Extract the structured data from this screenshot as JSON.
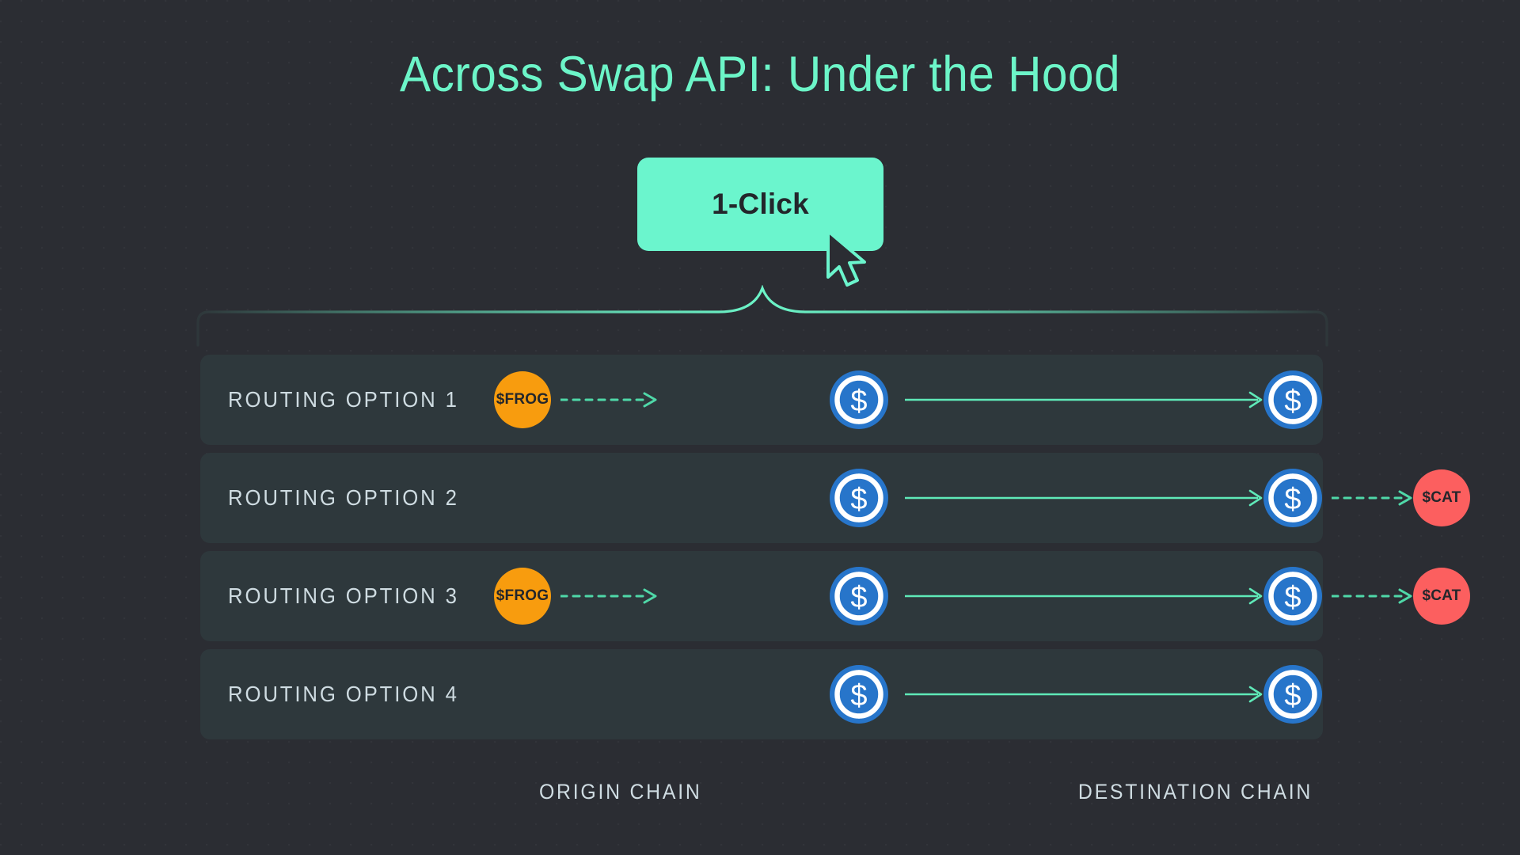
{
  "title": "Across Swap API: Under the Hood",
  "colors": {
    "background": "#2b2d33",
    "accent_mint": "#6cf5c8",
    "button_mint": "#6bf5cd",
    "row_background": "#2e383c",
    "label_text": "#cfdce2",
    "usdc_blue": "#2775ca",
    "frog_orange": "#f89c0e",
    "cat_red": "#fc5f5f",
    "dark_text": "#23262b"
  },
  "cta": {
    "label": "1-Click",
    "icon": "cursor-arrow-icon"
  },
  "brace": {
    "icon": "curly-brace-icon"
  },
  "rows": [
    {
      "label": "ROUTING OPTION 1",
      "origin_token": {
        "symbol": "$FROG",
        "type": "frog"
      },
      "origin_swap_arrow": "dashed",
      "origin_usdc": "usdc-icon",
      "bridge_arrow": "solid",
      "destination_usdc": "usdc-icon",
      "destination_swap_arrow": null,
      "destination_token": null
    },
    {
      "label": "ROUTING OPTION 2",
      "origin_token": null,
      "origin_swap_arrow": null,
      "origin_usdc": "usdc-icon",
      "bridge_arrow": "solid",
      "destination_usdc": "usdc-icon",
      "destination_swap_arrow": "dashed",
      "destination_token": {
        "symbol": "$CAT",
        "type": "cat"
      }
    },
    {
      "label": "ROUTING OPTION 3",
      "origin_token": {
        "symbol": "$FROG",
        "type": "frog"
      },
      "origin_swap_arrow": "dashed",
      "origin_usdc": "usdc-icon",
      "bridge_arrow": "solid",
      "destination_usdc": "usdc-icon",
      "destination_swap_arrow": "dashed",
      "destination_token": {
        "symbol": "$CAT",
        "type": "cat"
      }
    },
    {
      "label": "ROUTING OPTION 4",
      "origin_token": null,
      "origin_swap_arrow": null,
      "origin_usdc": "usdc-icon",
      "bridge_arrow": "solid",
      "destination_usdc": "usdc-icon",
      "destination_swap_arrow": null,
      "destination_token": null
    }
  ],
  "footer": {
    "origin_chain": "ORIGIN CHAIN",
    "destination_chain": "DESTINATION CHAIN"
  }
}
